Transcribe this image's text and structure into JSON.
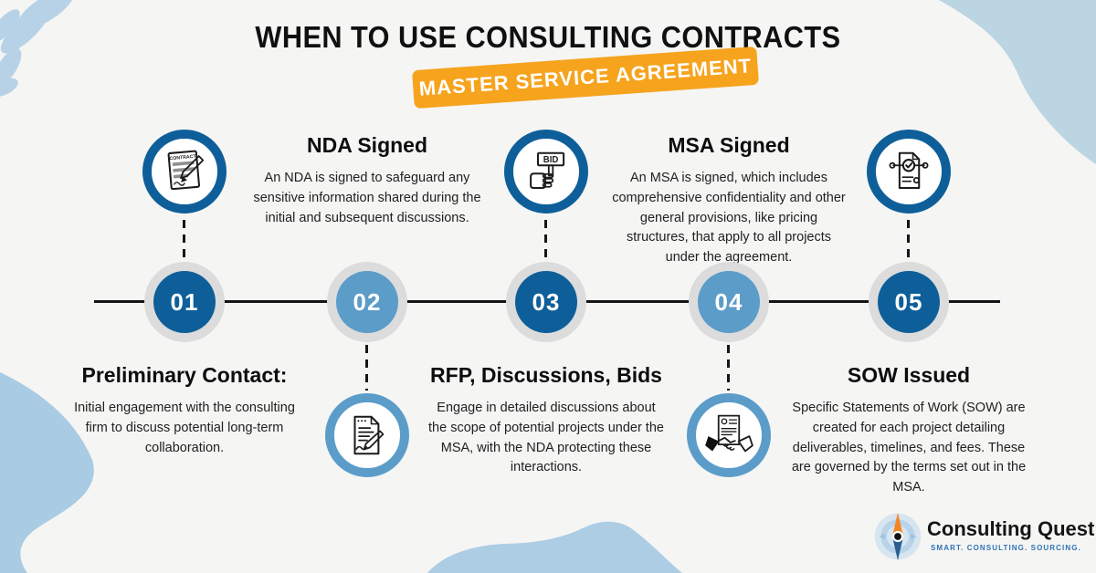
{
  "header": {
    "title": "WHEN TO USE CONSULTING CONTRACTS",
    "badge": "MASTER SERVICE AGREEMENT"
  },
  "colors": {
    "background": "#f5f5f4",
    "badge_orange": "#f6a41e",
    "dark_blue": "#0e5f99",
    "light_blue": "#5b9cc9",
    "node_ring_gray": "#dcdcdc",
    "blob_blue": "#b3d0e4",
    "timeline_black": "#141414",
    "tagline_blue": "#2e74b4"
  },
  "steps": [
    {
      "number": "01",
      "title": "Preliminary Contact:",
      "description": "Initial engagement with the consulting firm to discuss potential long-term collaboration.",
      "icon": "contract-document-icon"
    },
    {
      "number": "02",
      "title": "NDA Signed",
      "description": "An NDA is signed to safeguard any sensitive information shared during the initial and subsequent discussions.",
      "icon": "document-signing-pen-icon"
    },
    {
      "number": "03",
      "title": "RFP, Discussions, Bids",
      "description": "Engage in detailed discussions about the scope of potential projects under the MSA, with the NDA protecting these interactions.",
      "icon": "bid-sign-hand-icon"
    },
    {
      "number": "04",
      "title": "MSA Signed",
      "description": "An MSA is signed, which includes comprehensive confidentiality and other general provisions, like pricing structures, that apply to all projects under the agreement.",
      "icon": "handshake-document-icon"
    },
    {
      "number": "05",
      "title": "SOW Issued",
      "description": "Specific Statements of Work (SOW) are created for each project detailing deliverables, timelines, and fees. These are governed by the terms set out in the MSA.",
      "icon": "document-check-workflow-icon"
    }
  ],
  "icon_labels": {
    "contract": "CONTRACT",
    "bid": "BID"
  },
  "footer": {
    "brand": "Consulting Quest",
    "tagline": "SMART. CONSULTING. SOURCING."
  }
}
